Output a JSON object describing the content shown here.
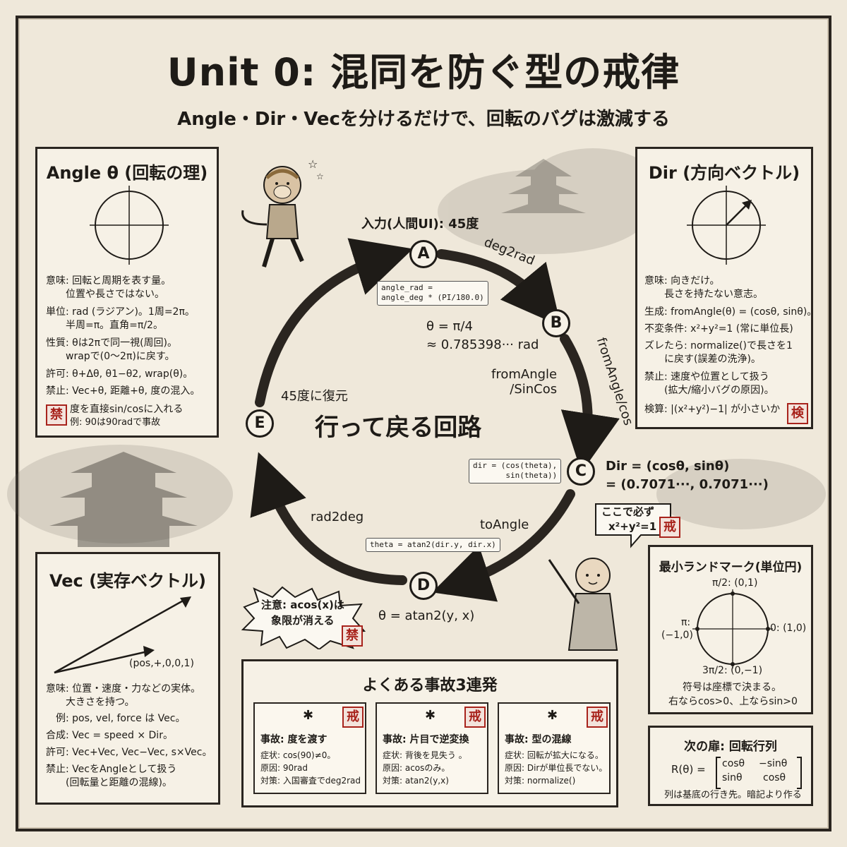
{
  "header": {
    "title": "Unit 0: 混同を防ぐ型の戒律",
    "subtitle": "Angle・Dir・Vecを分けるだけで、回転のバグは激減する"
  },
  "angle_panel": {
    "title": "Angle θ (回転の理)",
    "lines": [
      "意味: 回転と周期を表す量。",
      "　　位置や長さではない。",
      "単位: rad (ラジアン)。1周=2π。",
      "　　半周=π。直角=π/2。",
      "性質: θは2πで同一視(周回)。",
      "　　wrapで(0〜2π)に戻す。",
      "許可: θ+Δθ, θ1−θ2, wrap(θ)。",
      "禁止: Vec+θ, 距離+θ, 度の混入。"
    ],
    "warning": "度を直接sin/cosに入れる",
    "warning_example": "例: 90は90radで事故",
    "seal": "禁"
  },
  "dir_panel": {
    "title": "Dir (方向ベクトル)",
    "lines": [
      "意味: 向きだけ。",
      "　　長さを持たない意志。",
      "生成: fromAngle(θ) = (cosθ, sinθ)。",
      "不変条件: x²+y²=1 (常に単位長)",
      "ズレたら: normalize()で長さを1",
      "　　に戻す(誤差の洗浄)。",
      "禁止: 速度や位置として扱う",
      "　　(拡大/縮小バグの原因)。",
      "検算: |(x²+y²)−1| が小さいか"
    ],
    "seal": "検"
  },
  "vec_panel": {
    "title": "Vec (実存ベクトル)",
    "figure_label": "(pos,+,0,0,1)",
    "lines": [
      "意味: 位置・速度・力などの実体。",
      "　　大きさを持つ。",
      "　例: pos, vel, force は Vec。",
      "合成: Vec = speed × Dir。",
      "許可: Vec+Vec, Vec−Vec, s×Vec。",
      "禁止: VecをAngleとして扱う",
      "　　(回転量と距離の混線)。"
    ]
  },
  "cycle": {
    "center_label": "行って戻る回路",
    "input_label": "入力(人間UI): 45度",
    "nodes": {
      "a": "A",
      "b": "B",
      "c": "C",
      "d": "D",
      "e": "E"
    },
    "edge_ab": "deg2rad",
    "edge_bc_vertical": "fromAngle/cos",
    "edge_bc": "fromAngle\n/SinCos",
    "edge_cd": "toAngle",
    "edge_de": "rad2deg",
    "code_a": "angle_rad =\nangle_deg * (PI/180.0)",
    "b_value_1": "θ = π/4",
    "b_value_2": "≈ 0.785398··· rad",
    "code_c": "dir = (cos(theta),\n       sin(theta))",
    "c_value_1": "Dir = (cosθ, sinθ)",
    "c_value_2": "= (0.7071···, 0.7071···)",
    "code_d": "theta = atan2(dir.y, dir.x)",
    "d_value": "θ = atan2(y, x)",
    "e_value": "45度に復元",
    "warning_line_1": "注意: acos(x)は",
    "warning_line_2": "象限が消える",
    "warning_seal": "禁",
    "monk_speech_1": "ここで必ず",
    "monk_speech_2": "x²+y²=1",
    "monk_seal": "戒"
  },
  "accidents": {
    "title": "よくある事故3連発",
    "items": [
      {
        "name": "事故: 度を渡す",
        "symptom": "症状: cos(90)≠0。",
        "cause": "原因: 90rad",
        "fix": "対策: 入国審査でdeg2rad",
        "seal": "戒"
      },
      {
        "name": "事故: 片目で逆変換",
        "symptom": "症状: 背後を見失う 。",
        "cause": "原因: acosのみ。",
        "fix": "対策: atan2(y,x)",
        "seal": "戒"
      },
      {
        "name": "事故: 型の混線",
        "symptom": "症状: 回転が拡大になる。",
        "cause": "原因: Dirが単位長でない。",
        "fix": "対策: normalize()",
        "seal": "戒"
      }
    ]
  },
  "landmark_panel": {
    "title": "最小ランドマーク(単位円)",
    "top": "π/2: (0,1)",
    "right": "0: (1,0)",
    "left_1": "π:",
    "left_2": "(−1,0)",
    "bottom": "3π/2: (0,−1)",
    "note_1": "符号は座標で決まる。",
    "note_2": "右ならcos>0、上ならsin>0"
  },
  "next_panel": {
    "title": "次の扉: 回転行列",
    "lhs": "R(θ) =",
    "m11": "cosθ",
    "m12": "−sinθ",
    "m21": "sinθ",
    "m22": "cosθ",
    "note": "列は基底の行き先。暗記より作る"
  }
}
